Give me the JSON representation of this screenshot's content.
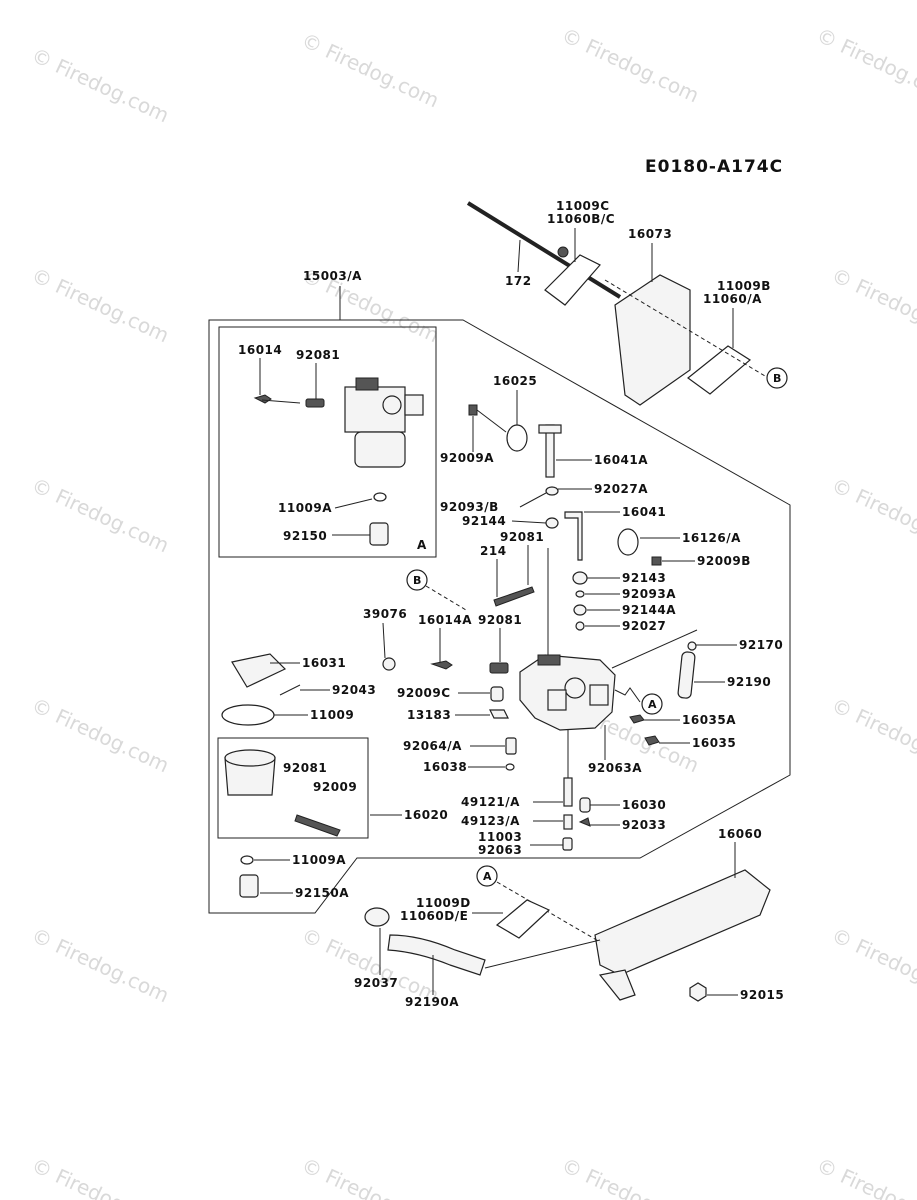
{
  "diagram_code": "E0180-A174C",
  "watermark": "© Firedog.com",
  "parts": {
    "p172": "172",
    "p11009C": "11009C",
    "p11060BC": "11060B/C",
    "p16073": "16073",
    "p11009B": "11009B",
    "p11060A": "11060/A",
    "p15003A": "15003/A",
    "p16014": "16014",
    "p92081a": "92081",
    "p11009A": "11009A",
    "p92150": "92150",
    "sub_a": "A",
    "p16025": "16025",
    "p92009A": "92009A",
    "p16041A": "16041A",
    "p92093B": "92093/B",
    "p92027A": "92027A",
    "p92144": "92144",
    "p16041": "16041",
    "p92081b": "92081",
    "p214": "214",
    "p16126A": "16126/A",
    "p92009B": "92009B",
    "p92143": "92143",
    "p92093A": "92093A",
    "p92144A": "92144A",
    "p92027": "92027",
    "p39076": "39076",
    "p16014A": "16014A",
    "p92081c": "92081",
    "p92170": "92170",
    "p16031": "16031",
    "p92043": "92043",
    "p92009C": "92009C",
    "p92190": "92190",
    "p13183": "13183",
    "p11009": "11009",
    "p16035A": "16035A",
    "p92064A": "92064/A",
    "p16035": "16035",
    "p16038": "16038",
    "p92063A": "92063A",
    "p92081d": "92081",
    "p92009": "92009",
    "p16020": "16020",
    "p49121A": "49121/A",
    "p16030": "16030",
    "p49123A": "49123/A",
    "p92033": "92033",
    "p11003": "11003",
    "p92063": "92063",
    "p11009Aa": "11009A",
    "p16060": "16060",
    "p92150A": "92150A",
    "p11009D": "11009D",
    "p11060DE": "11060D/E",
    "p92037": "92037",
    "p92190A": "92190A",
    "p92015": "92015"
  },
  "callouts": {
    "B_top": "B",
    "B_mid": "B",
    "A_mid": "A",
    "A_bot": "A"
  }
}
